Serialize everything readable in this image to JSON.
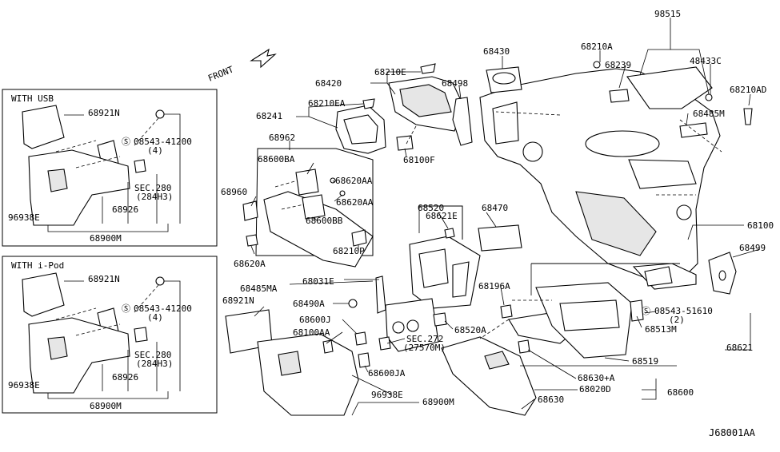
{
  "insets": {
    "usb": {
      "title": "WITH USB",
      "labels": [
        "68921N",
        "08543-41200",
        "(4)",
        "SEC.280",
        "(284H3)",
        "96938E",
        "68926",
        "68900M"
      ]
    },
    "ipod": {
      "title": "WITH i-Pod",
      "labels": [
        "68921N",
        "08543-41200",
        "(4)",
        "SEC.280",
        "(284H3)",
        "96938E",
        "68926",
        "68900M"
      ]
    }
  },
  "front_arrow": "FRONT",
  "main_labels": {
    "p68430": "68430",
    "p68210A": "68210A",
    "p98515": "98515",
    "p68239": "68239",
    "p48433C": "48433C",
    "p68420": "68420",
    "p68210E": "68210E",
    "p68498": "68498",
    "p68210AD": "68210AD",
    "p68241": "68241",
    "p68210EA": "68210EA",
    "p68485M": "68485M",
    "p68962": "68962",
    "p68100F": "68100F",
    "p68600BA": "68600BA",
    "p68620AA_1": "68620AA",
    "p68960": "68960",
    "p68620AA_2": "68620AA",
    "p68600BB": "68600BB",
    "p68520": "68520",
    "p68621E": "68621E",
    "p68470": "68470",
    "p68100": "68100",
    "p68210P": "68210P",
    "p68620A": "68620A",
    "p68499": "68499",
    "p68485MA": "68485MA",
    "p68031E": "68031E",
    "p68196A": "68196A",
    "p68490A": "68490A",
    "p68921N": "68921N",
    "p08543_51610": "08543-51610",
    "p_qty2": "(2)",
    "p68600J": "68600J",
    "p68100AA": "68100AA",
    "p68520A": "68520A",
    "p68513M": "68513M",
    "pSEC272": "SEC.272",
    "p27570M": "(27570M)",
    "p68621": "68621",
    "p68519": "68519",
    "p68600JA": "68600JA",
    "p68630A": "68630+A",
    "p68020D": "68020D",
    "p68600": "68600",
    "p96938E": "96938E",
    "p68900M": "68900M",
    "p68630": "68630"
  },
  "diagram_ref": "J68001AA"
}
